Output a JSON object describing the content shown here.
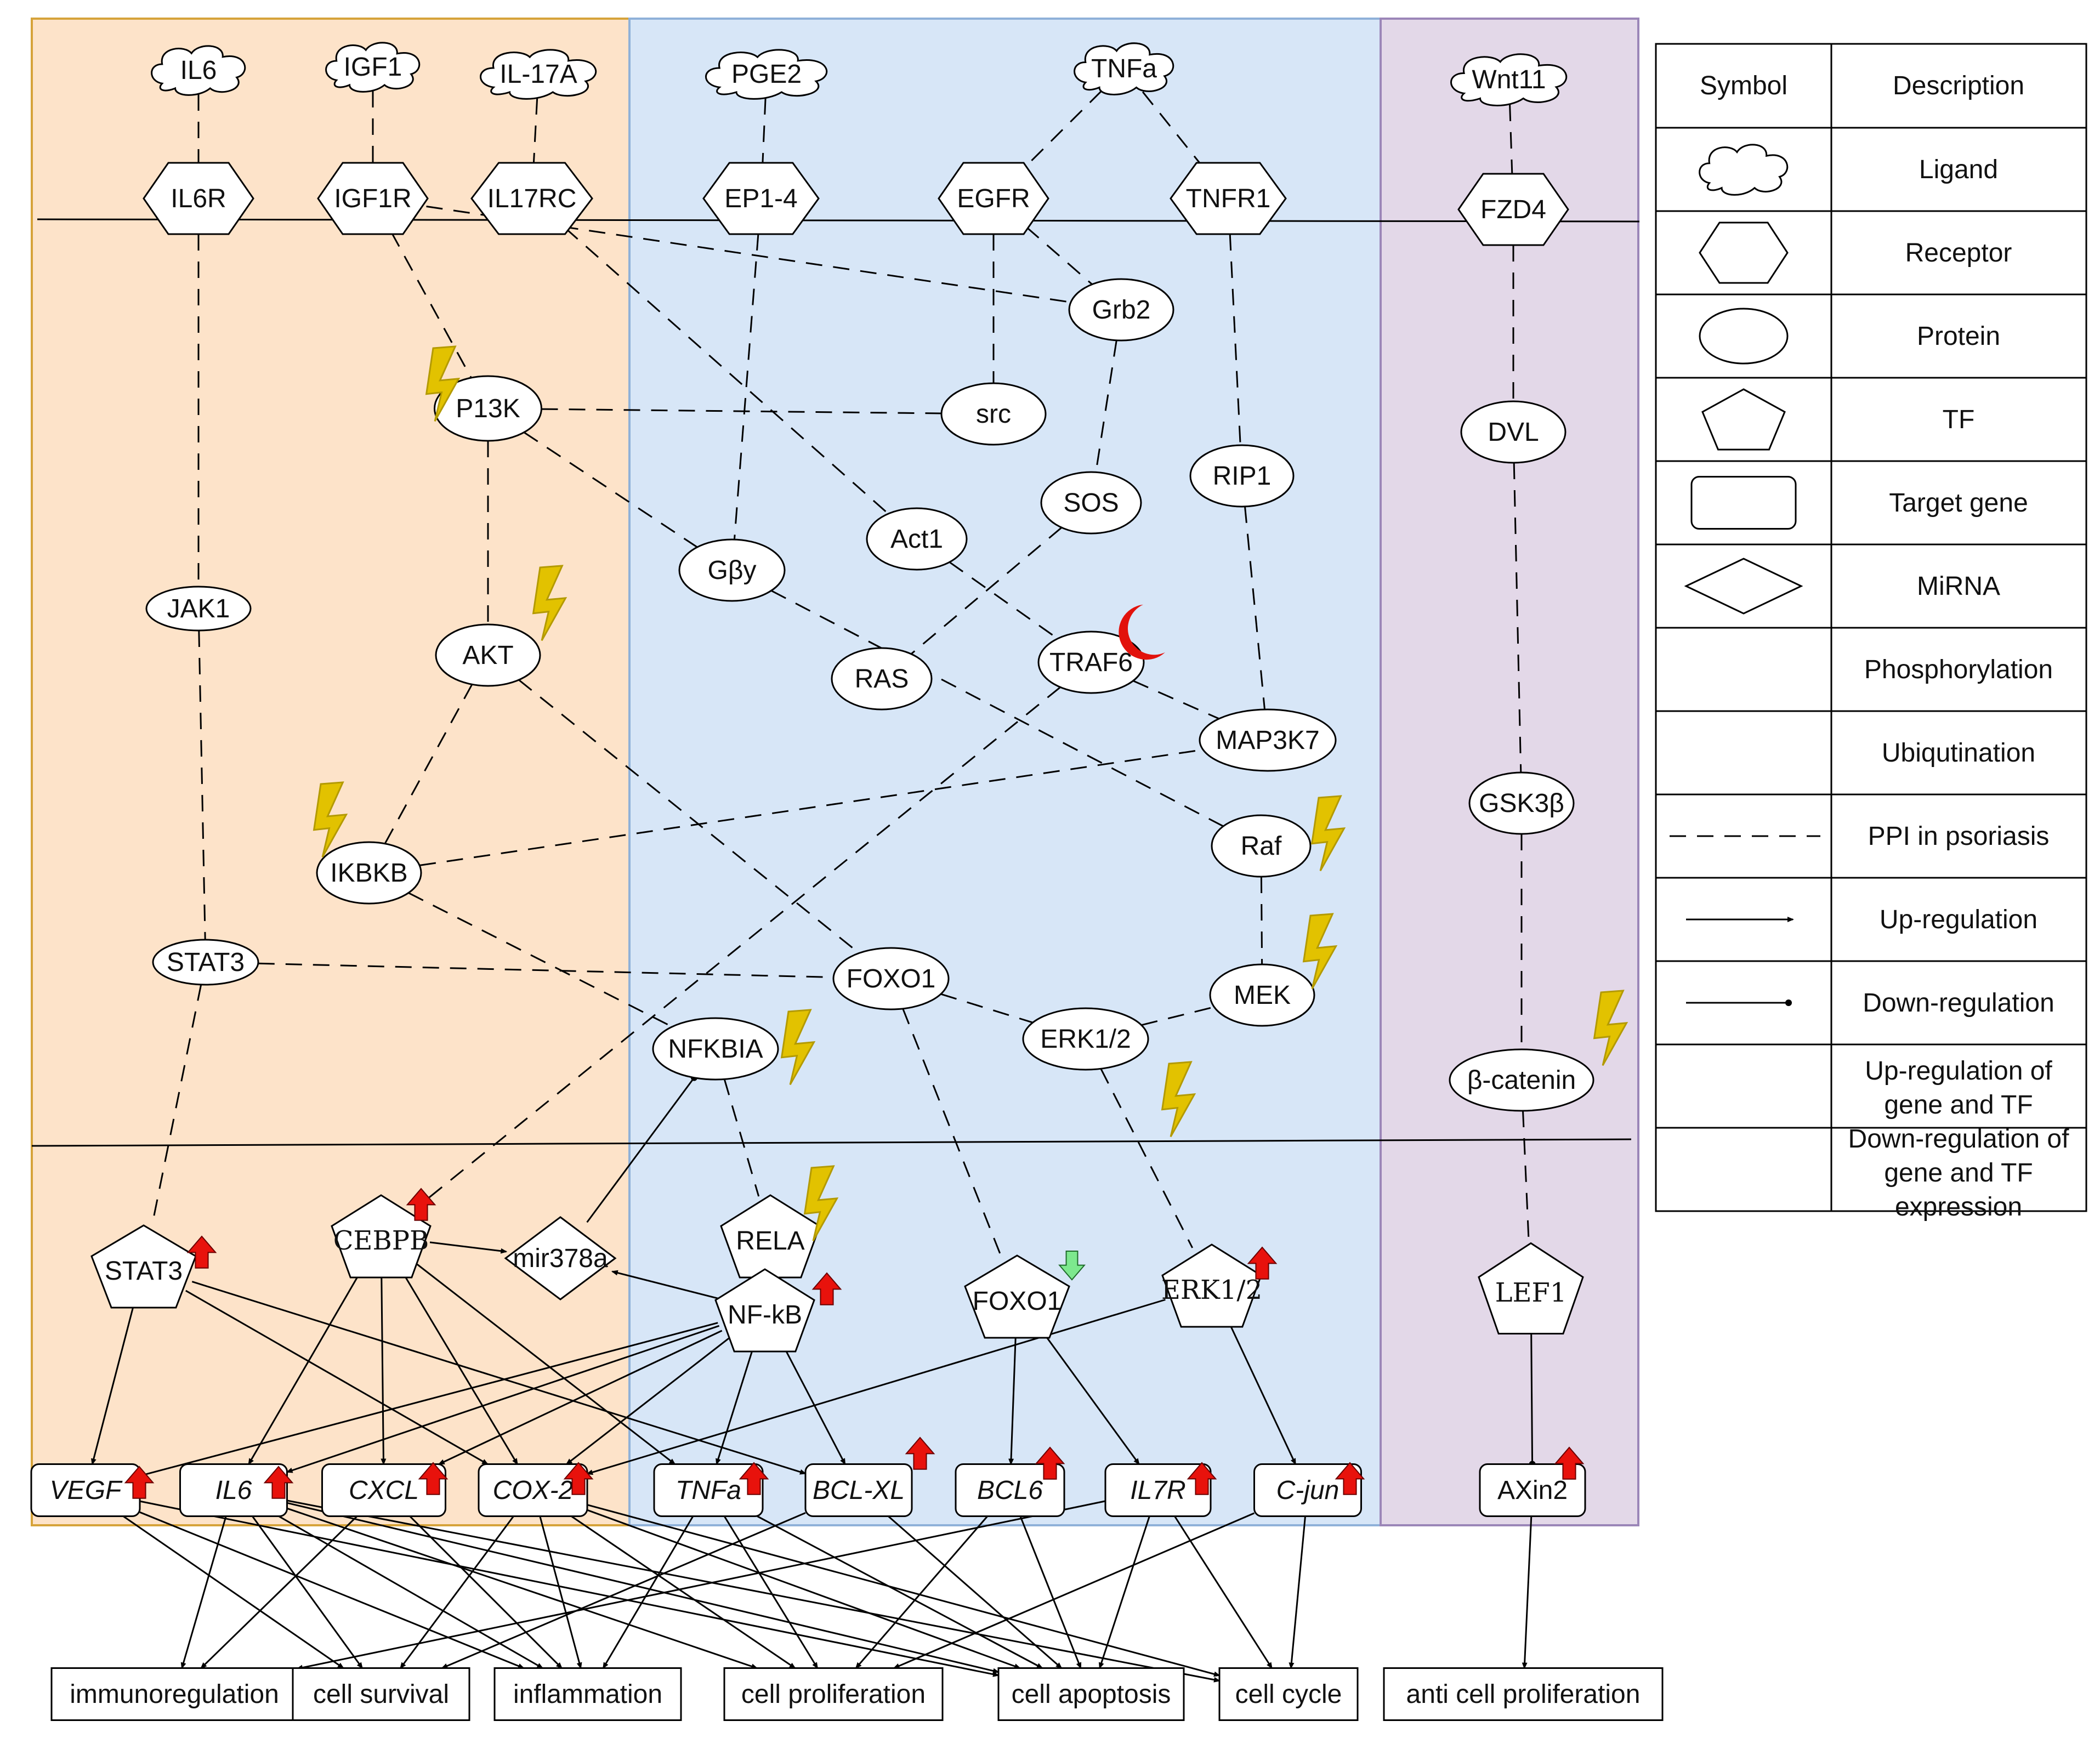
{
  "panels": {
    "colors": {
      "left_fill": "#fde3c9",
      "left_stroke": "#d6a33a",
      "mid_fill": "#d7e6f7",
      "mid_stroke": "#8fb1d9",
      "right_fill": "#e3d8e8",
      "right_stroke": "#9b86b8"
    }
  },
  "nodes": {
    "IL6_lig": "IL6",
    "IGF1_lig": "IGF1",
    "IL17A_lig": "IL-17A",
    "PGE2_lig": "PGE2",
    "TNFa_lig": "TNFa",
    "Wnt11_lig": "Wnt11",
    "IL6R": "IL6R",
    "IGF1R": "IGF1R",
    "IL17RC": "IL17RC",
    "EP1_4": "EP1-4",
    "EGFR": "EGFR",
    "TNFR1": "TNFR1",
    "FZD4": "FZD4",
    "Grb2": "Grb2",
    "PI3K": "P13K",
    "src": "src",
    "SOS": "SOS",
    "RIP1": "RIP1",
    "DVL": "DVL",
    "Act1": "Act1",
    "Gby": "Gβy",
    "JAK1": "JAK1",
    "AKT": "AKT",
    "TRAF6": "TRAF6",
    "RAS": "RAS",
    "MAP3K7": "MAP3K7",
    "Raf": "Raf",
    "GSK3b": "GSK3β",
    "IKBKB": "IKBKB",
    "STAT3_p": "STAT3",
    "FOXO1_p": "FOXO1",
    "MEK": "MEK",
    "ERK12_p": "ERK1/2",
    "NFKBIA": "NFKBIA",
    "bcat": "β-catenin",
    "STAT3_tf": "STAT3",
    "CEBPB_tf": "CEBPB",
    "mir378a": "mir378a",
    "RELA_tf": "RELA",
    "NFkB_tf": "NF-kB",
    "FOXO1_tf": "FOXO1",
    "ERK12_tf": "ERK1/2",
    "LEF1_tf": "LEF1",
    "VEGF": "VEGF",
    "IL6_g": "IL6",
    "CXCL": "CXCL",
    "COX2": "COX-2",
    "TNFa_g": "TNFa",
    "BCLXL": "BCL-XL",
    "BCL6": "BCL6",
    "IL7R": "IL7R",
    "Cjun": "C-jun",
    "AXin2": "AXin2",
    "out_immuno": "immunoregulation",
    "out_survival": "cell survival",
    "out_inflam": "inflammation",
    "out_prolif": "cell proliferation",
    "out_apop": "cell apoptosis",
    "out_cycle": "cell cycle",
    "out_anti": "anti cell proliferation"
  },
  "legend": {
    "header_symbol": "Symbol",
    "header_description": "Description",
    "rows": [
      "Ligand",
      "Receptor",
      "Protein",
      "TF",
      "Target gene",
      "MiRNA",
      "Phosphorylation",
      "Ubiqutination",
      "PPI in psoriasis",
      "Up-regulation",
      "Down-regulation",
      "Up-regulation of gene and TF",
      "Down-regulation of gene and TF expression"
    ]
  },
  "colors": {
    "lightning": "#e2c200",
    "lightning_stroke": "#b39a00",
    "up_arrow": "#e8120c",
    "down_arrow": "#7de88e",
    "ubiquitin": "#e2120c"
  }
}
